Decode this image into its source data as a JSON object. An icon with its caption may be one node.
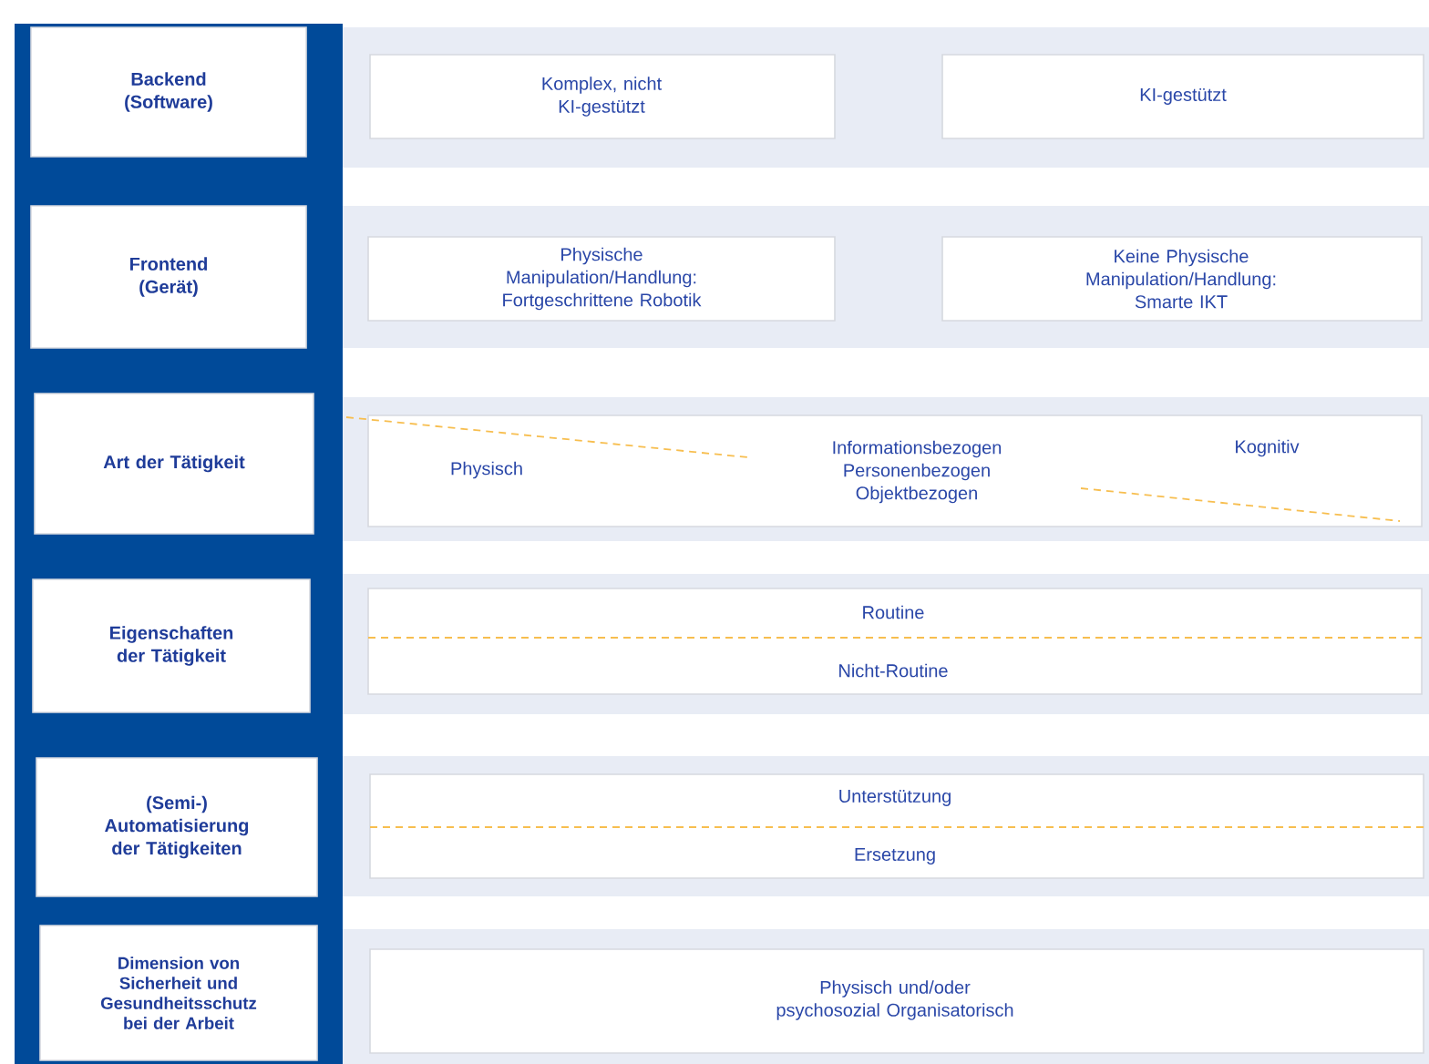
{
  "diagram": {
    "nodes": [
      {
        "text": [
          "Backend (Software)"
        ]
      },
      {
        "text": [
          "Frontend (Gerät)"
        ]
      },
      {
        "text": [
          "Art der Tätigkeit"
        ]
      },
      {
        "text": [
          "Eigenschaften der Tätigkeit"
        ]
      },
      {
        "text": [
          "(Semi-) Automatisierung der Tätigkeiten"
        ]
      },
      {
        "text": [
          "Dimension von Sicherheit und Gesundheitsschutz bei der Arbeit"
        ]
      },
      {
        "text": [
          "Komplex, nicht KI-gestützt"
        ]
      },
      {
        "text": [
          "KI-gestützt"
        ]
      },
      {
        "text": [
          "Physische Manipulation/Handlung: Fortgeschrittene Robotik"
        ]
      },
      {
        "text": [
          "Keine Physische Manipulation/Handlung: Smarte IKT"
        ]
      },
      {
        "text": [
          "Physisch",
          "Informationsbezogen Personenbezogen Objektbezogen",
          "Kognitiv"
        ]
      },
      {
        "text": [
          "Routine",
          "Nicht-Routine"
        ]
      },
      {
        "text": [
          "Unterstützung",
          "Ersetzung"
        ]
      },
      {
        "text": [
          "Physisch und/oder psychosozial Organisatorisch"
        ]
      }
    ]
  }
}
